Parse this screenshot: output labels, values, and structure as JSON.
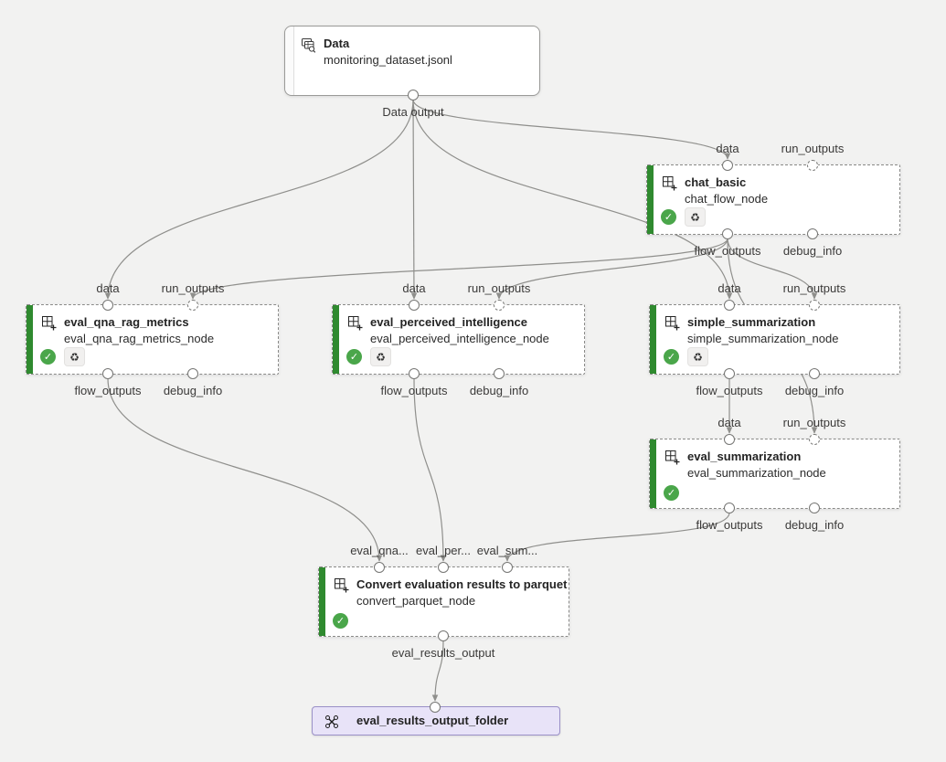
{
  "colors": {
    "background": "#f2f2f1",
    "edge": "#8f8f8c",
    "component_green_bar": "#2f8a2f",
    "completed_green": "#4aa64a",
    "output_purple_bg": "#e8e3f8",
    "output_purple_border": "#9a90c7"
  },
  "nodes": {
    "data_node": {
      "title": "Data",
      "subtitle": "monitoring_dataset.jsonl",
      "icon": "dataset-icon",
      "ports": {
        "output": "Data output"
      }
    },
    "chat_basic": {
      "title": "chat_basic",
      "subtitle": "chat_flow_node",
      "icon": "component-icon",
      "status_icons": [
        "completed",
        "reused"
      ],
      "ports": {
        "data": "data",
        "run_outputs": "run_outputs",
        "flow_outputs": "flow_outputs",
        "debug_info": "debug_info"
      }
    },
    "eval_qna_rag_metrics": {
      "title": "eval_qna_rag_metrics",
      "subtitle": "eval_qna_rag_metrics_node",
      "icon": "component-icon",
      "status_icons": [
        "completed",
        "reused"
      ],
      "ports": {
        "data": "data",
        "run_outputs": "run_outputs",
        "flow_outputs": "flow_outputs",
        "debug_info": "debug_info"
      }
    },
    "eval_perceived_intelligence": {
      "title": "eval_perceived_intelligence",
      "subtitle": "eval_perceived_intelligence_node",
      "icon": "component-icon",
      "status_icons": [
        "completed",
        "reused"
      ],
      "ports": {
        "data": "data",
        "run_outputs": "run_outputs",
        "flow_outputs": "flow_outputs",
        "debug_info": "debug_info"
      }
    },
    "simple_summarization": {
      "title": "simple_summarization",
      "subtitle": "simple_summarization_node",
      "icon": "component-icon",
      "status_icons": [
        "completed",
        "reused"
      ],
      "ports": {
        "data": "data",
        "run_outputs": "run_outputs",
        "flow_outputs": "flow_outputs",
        "debug_info": "debug_info"
      }
    },
    "eval_summarization": {
      "title": "eval_summarization",
      "subtitle": "eval_summarization_node",
      "icon": "component-icon",
      "status_icons": [
        "completed"
      ],
      "ports": {
        "data": "data",
        "run_outputs": "run_outputs",
        "flow_outputs": "flow_outputs",
        "debug_info": "debug_info"
      }
    },
    "convert_parquet": {
      "title": "Convert evaluation results to parquet",
      "subtitle": "convert_parquet_node",
      "icon": "component-icon",
      "status_icons": [
        "completed"
      ],
      "ports": {
        "eval_qna": "eval_qna...",
        "eval_per": "eval_per...",
        "eval_sum": "eval_sum...",
        "eval_results_output": "eval_results_output"
      }
    },
    "output_folder": {
      "title": "eval_results_output_folder",
      "icon": "pipeline-output-icon",
      "ports": {
        "input": ""
      }
    }
  },
  "edges": [
    {
      "from": "data_node.output",
      "to": "chat_basic.data"
    },
    {
      "from": "data_node.output",
      "to": "eval_qna_rag_metrics.data"
    },
    {
      "from": "data_node.output",
      "to": "eval_perceived_intelligence.data"
    },
    {
      "from": "data_node.output",
      "to": "simple_summarization.data"
    },
    {
      "from": "chat_basic.flow_outputs",
      "to": "eval_qna_rag_metrics.run_outputs"
    },
    {
      "from": "chat_basic.flow_outputs",
      "to": "eval_perceived_intelligence.run_outputs"
    },
    {
      "from": "chat_basic.flow_outputs",
      "to": "simple_summarization.run_outputs"
    },
    {
      "from": "chat_basic.flow_outputs",
      "to": "eval_summarization.run_outputs"
    },
    {
      "from": "simple_summarization.flow_outputs",
      "to": "eval_summarization.data"
    },
    {
      "from": "eval_qna_rag_metrics.flow_outputs",
      "to": "convert_parquet.eval_qna"
    },
    {
      "from": "eval_perceived_intelligence.flow_outputs",
      "to": "convert_parquet.eval_per"
    },
    {
      "from": "eval_summarization.flow_outputs",
      "to": "convert_parquet.eval_sum"
    },
    {
      "from": "convert_parquet.eval_results_output",
      "to": "output_folder.input"
    }
  ]
}
